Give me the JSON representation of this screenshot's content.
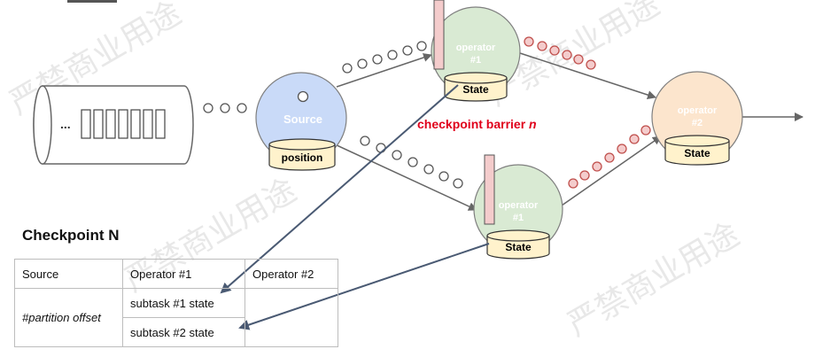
{
  "queue": {
    "ellipsis": "..."
  },
  "source": {
    "label": "Source",
    "store": "position"
  },
  "operator1_top": {
    "line1": "operator",
    "line2": "#1",
    "store": "State"
  },
  "operator1_bottom": {
    "line1": "operator",
    "line2": "#1",
    "store": "State"
  },
  "operator2": {
    "line1": "operator",
    "line2": "#2",
    "store": "State"
  },
  "barrier_label": {
    "text": "checkpoint barrier ",
    "italic": "n"
  },
  "watermark": "严禁商业用途",
  "checkpoint": {
    "title": "Checkpoint N",
    "headers": [
      "Source",
      "Operator #1",
      "Operator #2"
    ],
    "row_label": "#partition offset",
    "subtask1": "subtask #1 state",
    "subtask2": "subtask #2 state"
  },
  "colors": {
    "source_fill": "#c9daf8",
    "operator1_fill": "#d9ead3",
    "operator2_fill": "#fce5cd",
    "store_fill": "#fff2cc",
    "barrier_fill": "#f4cccc",
    "barrier_text": "#e0001b",
    "record_pink": "#f4cccc",
    "arrow_dark": "#4a5a73",
    "arrow_gray": "#666666"
  }
}
